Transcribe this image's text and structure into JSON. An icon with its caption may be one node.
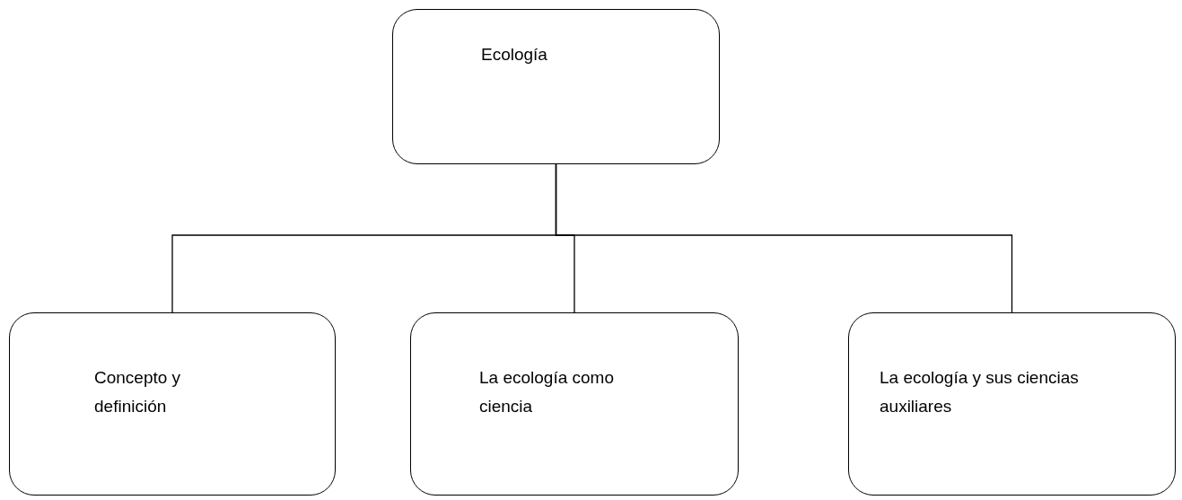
{
  "diagram": {
    "nodes": [
      {
        "text": [
          "Ecología"
        ]
      },
      {
        "text": [
          "Concepto y definición"
        ]
      },
      {
        "text": [
          "La ecología como ciencia"
        ]
      },
      {
        "text": [
          "La ecología y sus ciencias auxiliares"
        ]
      }
    ],
    "edges": [
      {
        "from": 0,
        "to": 1,
        "arrow": "none"
      },
      {
        "from": 0,
        "to": 2,
        "arrow": "none"
      },
      {
        "from": 0,
        "to": 3,
        "arrow": "none"
      }
    ]
  }
}
